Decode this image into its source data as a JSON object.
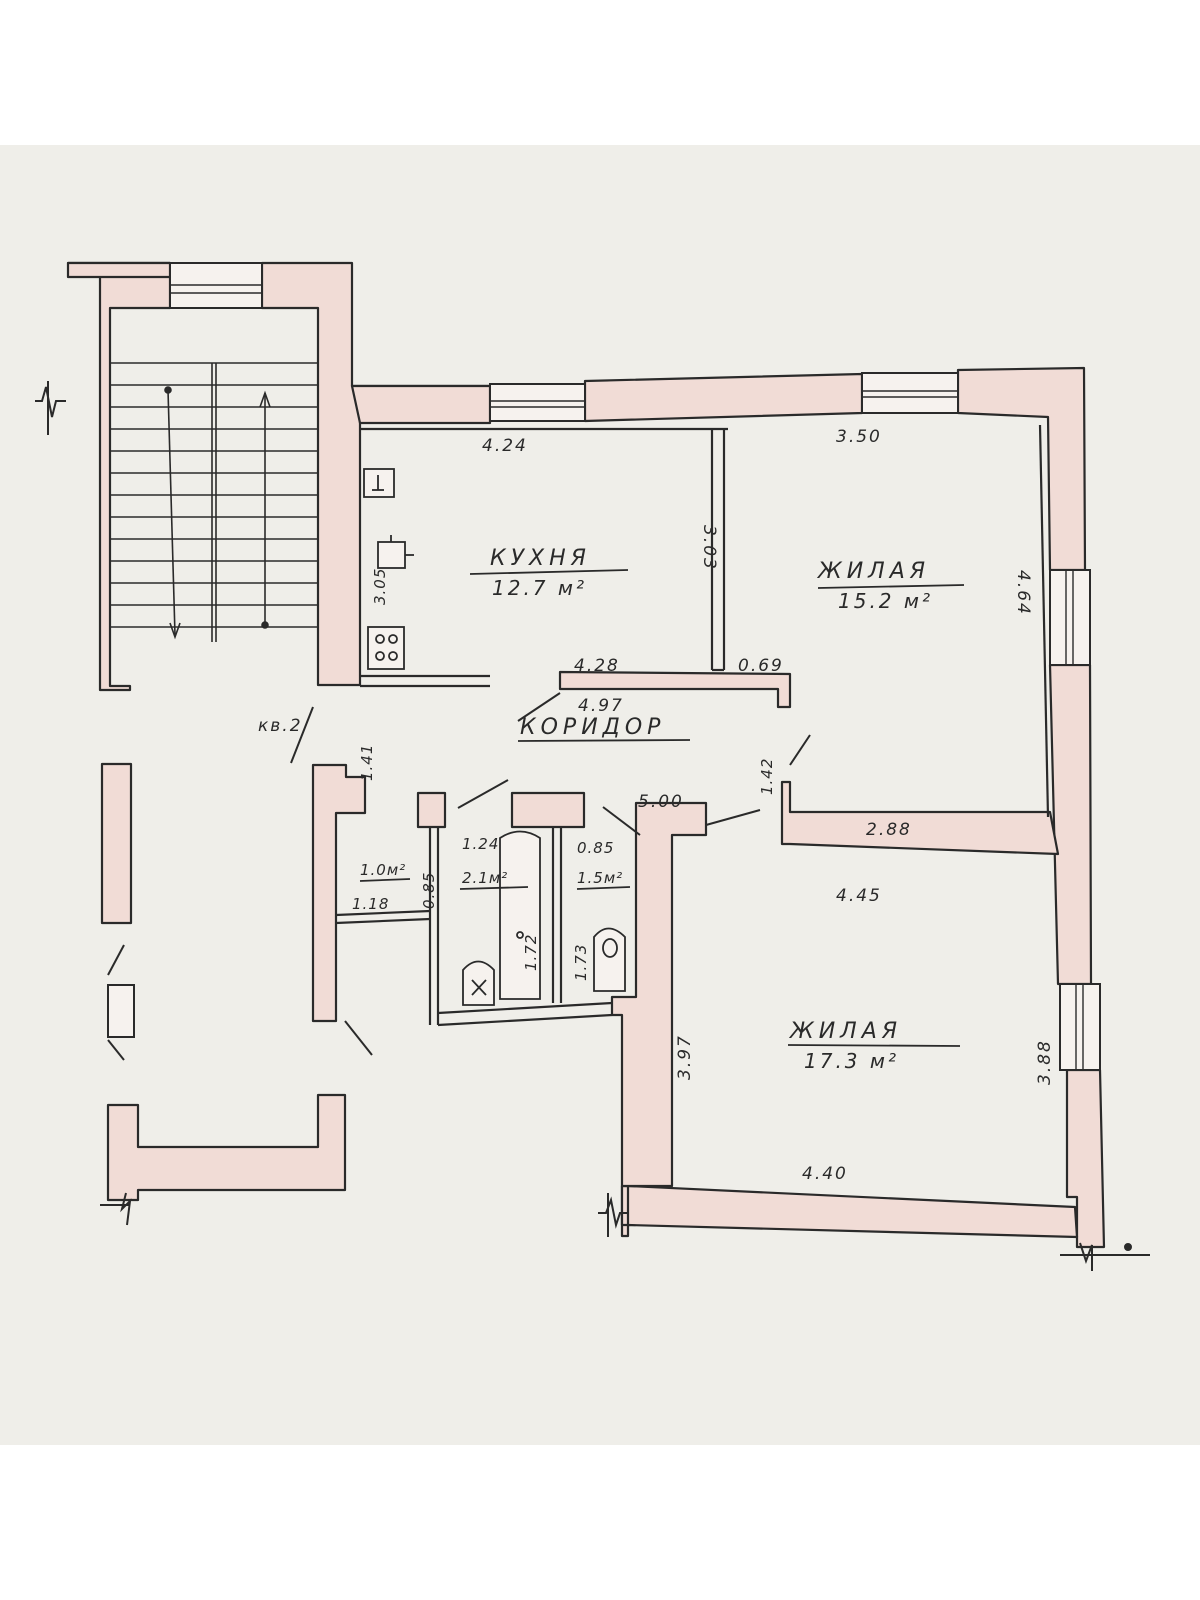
{
  "colors": {
    "paper": "#efeee9",
    "wall_fill": "#f1dcd6",
    "ink": "#2a2a2a"
  },
  "rooms": {
    "kitchen": {
      "name": "КУХНЯ",
      "area": "12.7 м²"
    },
    "living1": {
      "name": "ЖИЛАЯ",
      "area": "15.2 м²"
    },
    "living2": {
      "name": "ЖИЛАЯ",
      "area": "17.3 м²"
    },
    "corridor": {
      "name": "КОРИДОР"
    },
    "closet": {
      "area": "1.0м²"
    },
    "bathroom": {
      "area": "2.1м²"
    },
    "toilet": {
      "area": "1.5м²"
    },
    "apartment_label": "кв.2"
  },
  "dimensions": {
    "kitchen_width": "4.24",
    "kitchen_depth": "3.03",
    "kitchen_side": "3.05",
    "living1_width": "3.50",
    "living1_depth": "4.64",
    "corridor_top": "4.28",
    "corridor_length": "4.97",
    "corridor_niche": "0.69",
    "corridor_left": "1.41",
    "corridor_right": "1.42",
    "wc_block_width": "5.00",
    "bath_door": "1.24",
    "toilet_door": "0.85",
    "closet_width": "1.18",
    "closet_depth": "0.85",
    "bath_length": "1.72",
    "toilet_length": "1.73",
    "living1_bottom": "2.88",
    "living2_width": "4.45",
    "living2_depth_left": "3.97",
    "living2_depth_right": "3.88",
    "living2_bottom": "4.40"
  }
}
